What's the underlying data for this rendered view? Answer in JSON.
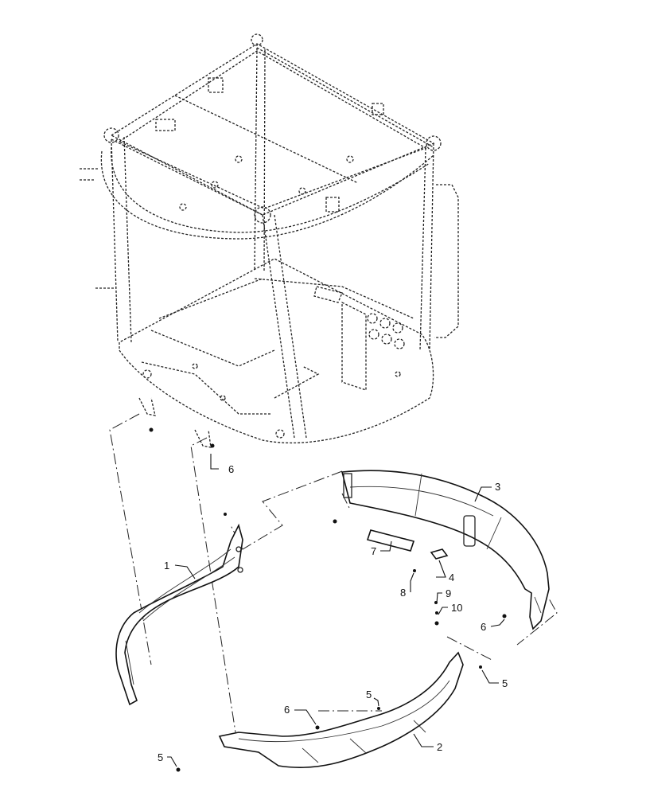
{
  "callouts": {
    "c1": "1",
    "c2": "2",
    "c3": "3",
    "c4": "4",
    "c5a": "5",
    "c5b": "5",
    "c5c": "5",
    "c6a": "6",
    "c6b": "6",
    "c6c": "6",
    "c7": "7",
    "c8": "8",
    "c9": "9",
    "c10": "10"
  }
}
